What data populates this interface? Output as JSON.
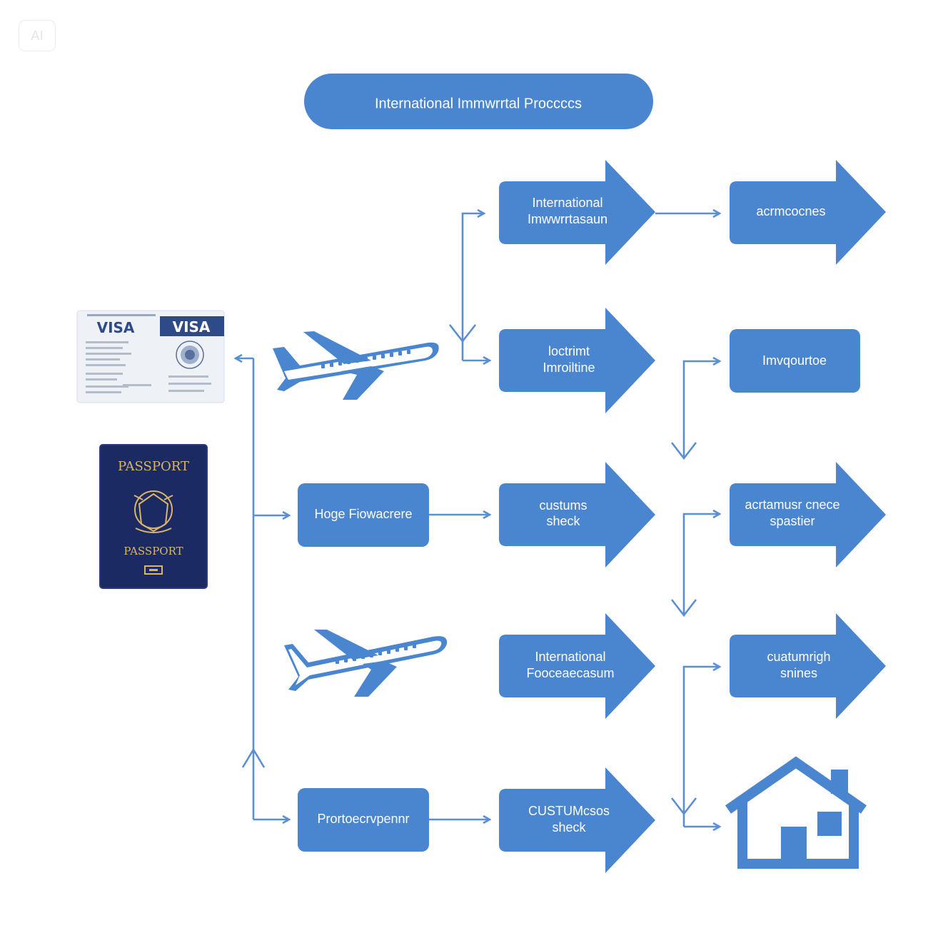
{
  "badge": "AI",
  "title": "International Immwrrtal Proccccs",
  "colors": {
    "primary": "#4a86cf",
    "line": "#5b8fd2",
    "passport": "#1c2a63",
    "passport_gold": "#d9b56a",
    "visa_band": "#2e4a88"
  },
  "visa": {
    "label_left": "VISA",
    "label_right": "VISA"
  },
  "passport": {
    "title_top": "PASSPORT",
    "title_bottom": "PASSPORT"
  },
  "nodes": {
    "n1": {
      "lines": [
        "International",
        "Imwwrrtasaun"
      ]
    },
    "n2": {
      "lines": [
        "acrmcocnes"
      ]
    },
    "n3": {
      "lines": [
        "loctrimt",
        "Imroiltine"
      ]
    },
    "n4": {
      "lines": [
        "Imvqourtoe"
      ]
    },
    "n5": {
      "lines": [
        "Hoge Fiowacrere"
      ]
    },
    "n6": {
      "lines": [
        "custums",
        "sheck"
      ]
    },
    "n7": {
      "lines": [
        "acrtamusr cnece",
        "spastier"
      ]
    },
    "n8": {
      "lines": [
        "International",
        "Fooceaecasum"
      ]
    },
    "n9": {
      "lines": [
        "cuatumrigh",
        "snines"
      ]
    },
    "n10": {
      "lines": [
        "Prortoecrvpennr"
      ]
    },
    "n11": {
      "lines": [
        "CUSTUMcsos",
        "sheck"
      ]
    }
  },
  "icons": [
    "airplane-icon",
    "airplane-icon",
    "house-icon",
    "passport-icon",
    "visa-card-icon"
  ]
}
